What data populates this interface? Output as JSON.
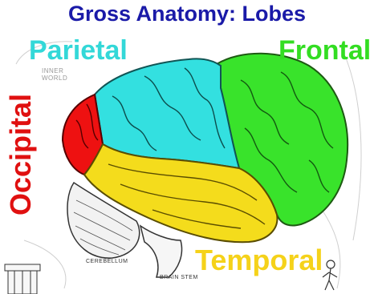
{
  "title": "Gross Anatomy: Lobes",
  "lobes": {
    "parietal": "Parietal",
    "frontal": "Frontal",
    "temporal": "Temporal",
    "occipital": "Occipital"
  },
  "captions": {
    "inner_world_line1": "INNER",
    "inner_world_line2": "WORLD",
    "cerebellum": "CEREBELLUM",
    "brain_stem": "BRAIN STEM"
  },
  "colors": {
    "title": "#1a1aa8",
    "parietal": "#33d8d8",
    "frontal": "#33dd22",
    "temporal": "#f5d21a",
    "occipital": "#e01010"
  }
}
